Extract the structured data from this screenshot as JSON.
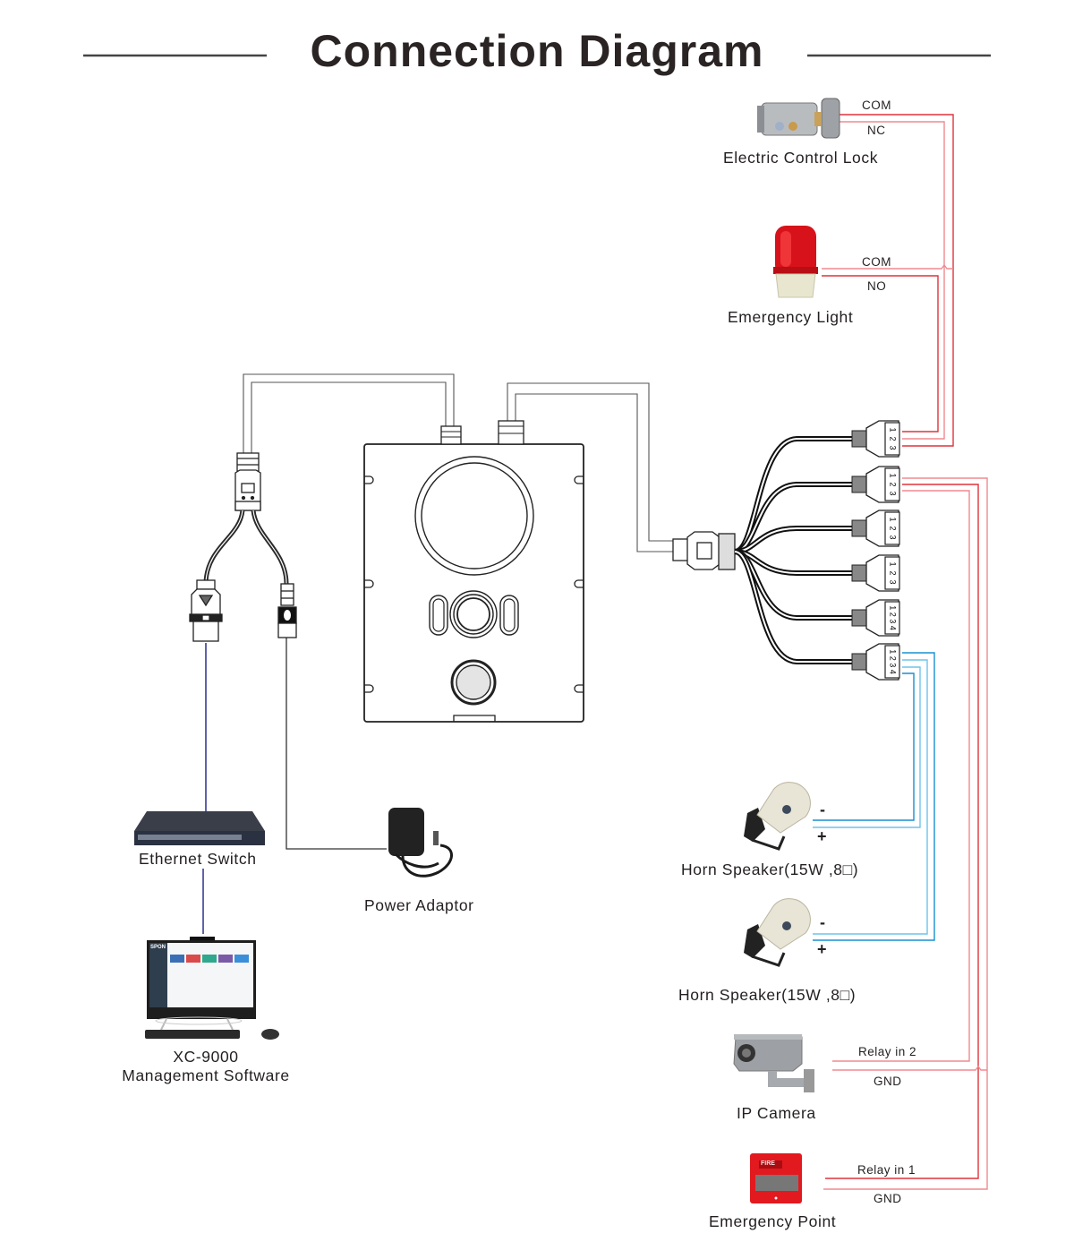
{
  "title": "Connection Diagram",
  "colors": {
    "relay_wire": "#e0323c",
    "relay_wire_light": "#f2a1a6",
    "speaker_wire": "#1a8fd0",
    "speaker_wire_light": "#6ec3ec",
    "network_wire": "#2a2f8f",
    "cable_outline": "#555555",
    "text": "#231f20"
  },
  "devices": {
    "lock": {
      "label": "Electric Control Lock",
      "pins": [
        "COM",
        "NC"
      ]
    },
    "light": {
      "label": "Emergency Light",
      "pins": [
        "COM",
        "NO"
      ]
    },
    "speaker1": {
      "label": "Horn Speaker(15W ,8□)",
      "pins": [
        "-",
        "+"
      ]
    },
    "speaker2": {
      "label": "Horn Speaker(15W ,8□)",
      "pins": [
        "-",
        "+"
      ]
    },
    "camera": {
      "label": "IP Camera",
      "pins": [
        "Relay in 2",
        "GND"
      ]
    },
    "fire": {
      "label": "Emergency Point",
      "pins": [
        "Relay in 1",
        "GND"
      ],
      "badge": "FIRE"
    },
    "switch": {
      "label": "Ethernet Switch"
    },
    "adaptor": {
      "label": "Power Adaptor"
    },
    "software": {
      "label_line1": "XC-9000",
      "label_line2": "Management Software",
      "screen_brand": "SPON"
    }
  },
  "connectors": [
    {
      "pins": [
        "1",
        "2",
        "3"
      ]
    },
    {
      "pins": [
        "1",
        "2",
        "3"
      ]
    },
    {
      "pins": [
        "1",
        "2",
        "3"
      ]
    },
    {
      "pins": [
        "1",
        "2",
        "3"
      ]
    },
    {
      "pins": [
        "1",
        "2",
        "3",
        "4"
      ]
    },
    {
      "pins": [
        "1",
        "2",
        "3",
        "4"
      ]
    }
  ]
}
